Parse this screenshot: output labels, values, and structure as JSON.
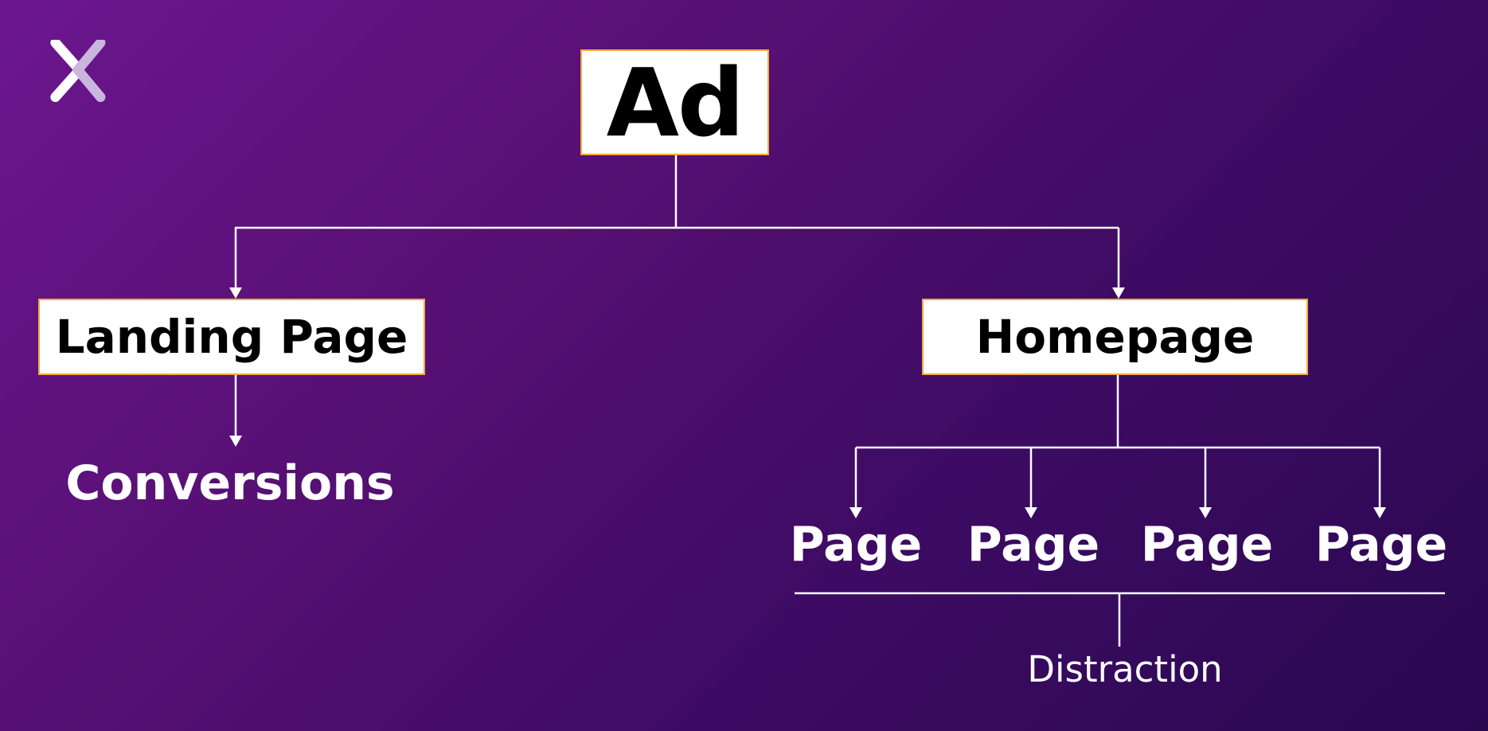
{
  "diagram": {
    "root": {
      "label": "Ad"
    },
    "left_branch": {
      "box_label": "Landing Page",
      "outcome_label": "Conversions"
    },
    "right_branch": {
      "box_label": "Homepage",
      "pages": [
        "Page",
        "Page",
        "Page",
        "Page"
      ],
      "outcome_label": "Distraction"
    }
  },
  "logo": {
    "icon": "x-brand-logo-icon"
  },
  "colors": {
    "background_start": "#6c168f",
    "background_end": "#2a0850",
    "box_fill": "#ffffff",
    "box_border": "#f2a93b",
    "line": "#ffffff",
    "text_dark": "#000000",
    "text_light": "#ffffff"
  }
}
